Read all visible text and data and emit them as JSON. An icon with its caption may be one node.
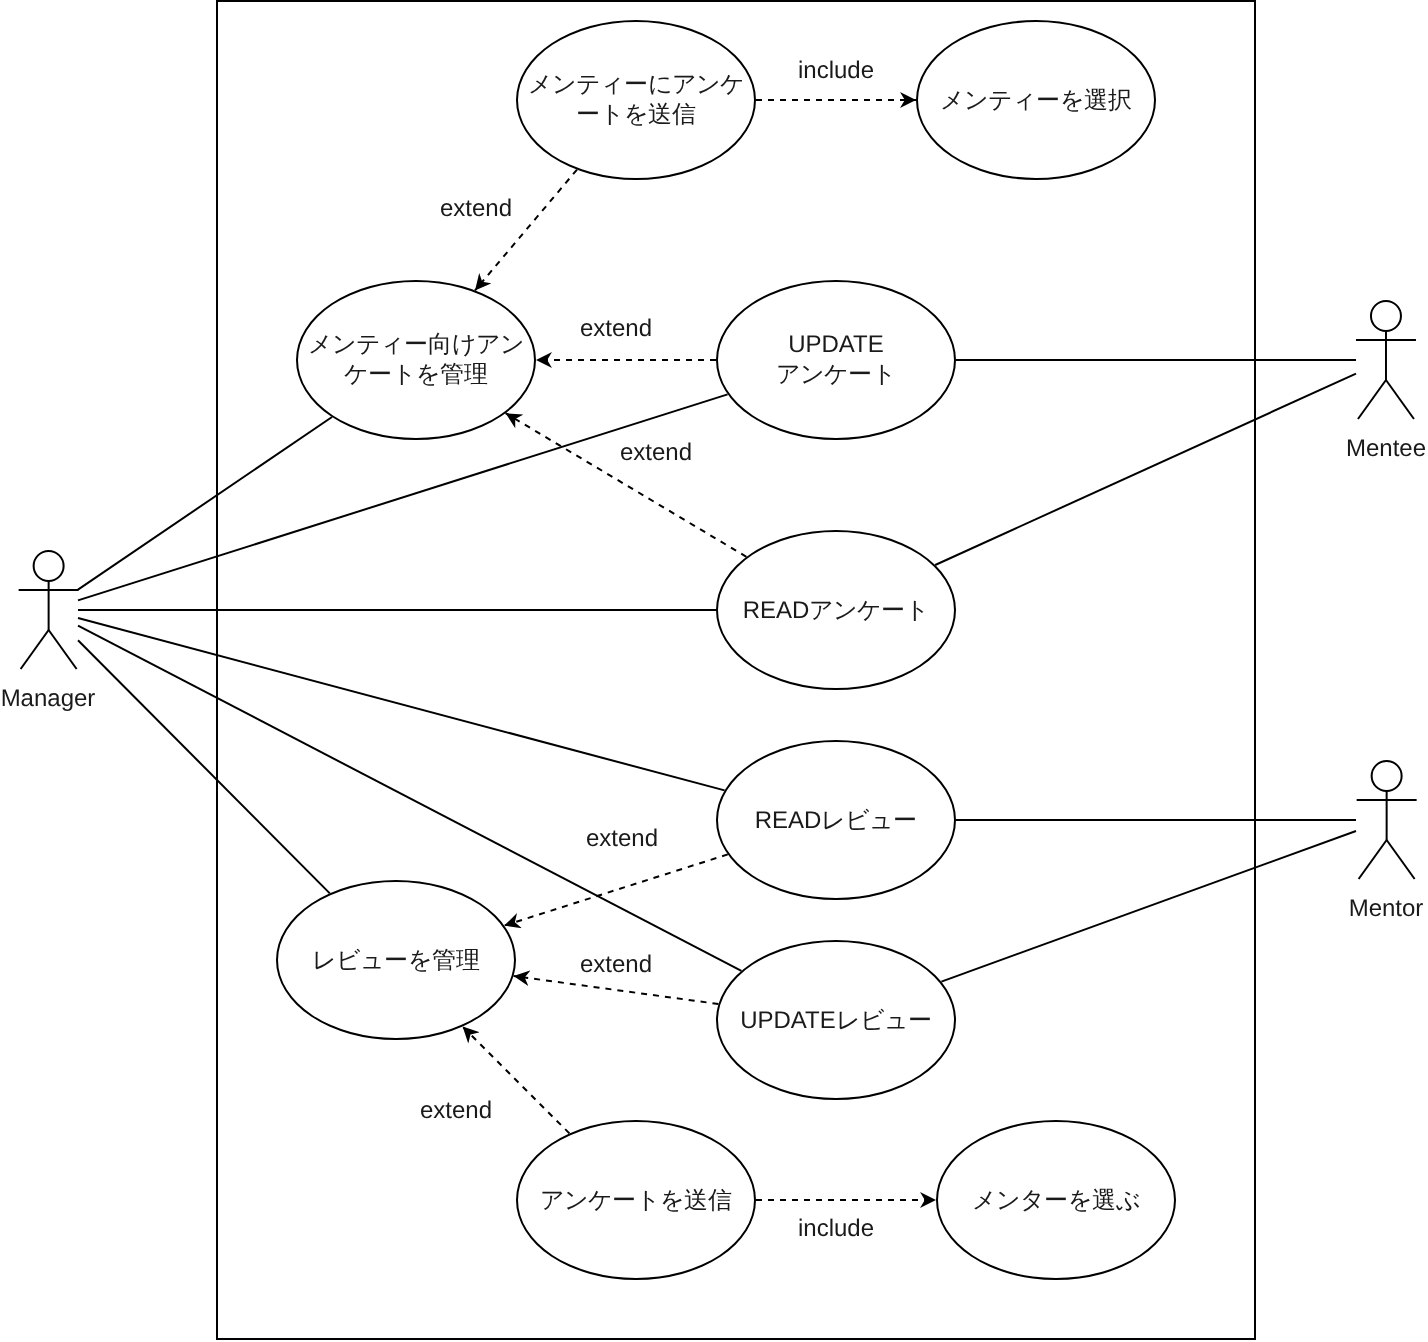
{
  "diagram": {
    "nodes": [
      {
        "text": [],
        "shape": "box"
      },
      {
        "text": [
          "メンティーにアンケートを送信"
        ],
        "in": 0
      },
      {
        "text": [
          "メンティーを選択"
        ],
        "in": 0
      },
      {
        "text": [
          "メンティー向けアンケートを管理"
        ],
        "in": 0
      },
      {
        "text": [
          "UPDATE アンケート"
        ],
        "in": 0
      },
      {
        "text": [
          "READアンケート"
        ],
        "in": 0
      },
      {
        "text": [
          "READレビュー"
        ],
        "in": 0
      },
      {
        "text": [
          "レビューを管理"
        ],
        "in": 0
      },
      {
        "text": [
          "UPDATEレビュー"
        ],
        "in": 0
      },
      {
        "text": [
          "アンケートを送信"
        ],
        "in": 0
      },
      {
        "text": [
          "メンターを選ぶ"
        ],
        "in": 0
      },
      {
        "text": [
          "Manager"
        ]
      },
      {
        "text": [
          "Mentee"
        ]
      },
      {
        "text": [
          "Mentor"
        ]
      }
    ],
    "edges": [
      {
        "from": 1,
        "to": 2,
        "arrow": "to",
        "style": "dashed",
        "label": "include"
      },
      {
        "from": 1,
        "to": 3,
        "arrow": "to",
        "style": "dashed",
        "label": "extend"
      },
      {
        "from": 4,
        "to": 3,
        "arrow": "to",
        "style": "dashed",
        "label": "extend"
      },
      {
        "from": 5,
        "to": 3,
        "arrow": "to",
        "style": "dashed",
        "label": "extend"
      },
      {
        "from": 6,
        "to": 7,
        "arrow": "to",
        "style": "dashed",
        "label": "extend"
      },
      {
        "from": 8,
        "to": 7,
        "arrow": "to",
        "style": "dashed",
        "label": "extend"
      },
      {
        "from": 9,
        "to": 7,
        "arrow": "to",
        "style": "dashed",
        "label": "extend"
      },
      {
        "from": 9,
        "to": 10,
        "arrow": "to",
        "style": "dashed",
        "label": "include"
      },
      {
        "from": 11,
        "to": 3,
        "arrow": "none"
      },
      {
        "from": 11,
        "to": 4,
        "arrow": "none"
      },
      {
        "from": 11,
        "to": 5,
        "arrow": "none"
      },
      {
        "from": 11,
        "to": 6,
        "arrow": "none"
      },
      {
        "from": 11,
        "to": 8,
        "arrow": "none"
      },
      {
        "from": 11,
        "to": 7,
        "arrow": "none"
      },
      {
        "from": 12,
        "to": 4,
        "arrow": "none"
      },
      {
        "from": 12,
        "to": 5,
        "arrow": "none"
      },
      {
        "from": 13,
        "to": 6,
        "arrow": "none"
      },
      {
        "from": 13,
        "to": 8,
        "arrow": "none"
      }
    ]
  }
}
